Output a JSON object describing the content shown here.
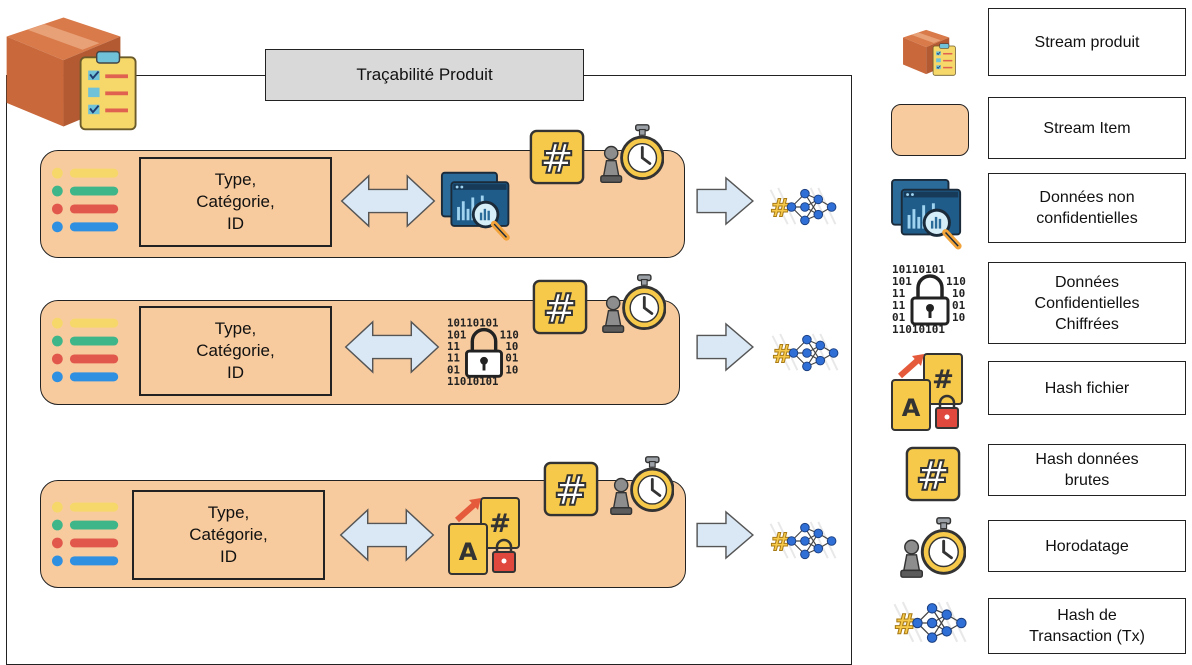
{
  "diagram": {
    "title": "Traçabilité Produit",
    "streams": [
      {
        "meta_label": "Type,\nCatégorie,\nID",
        "data_icon": "chart-magnifier-icon"
      },
      {
        "meta_label": "Type,\nCatégorie,\nID",
        "data_icon": "binary-lock-icon"
      },
      {
        "meta_label": "Type,\nCatégorie,\nID",
        "data_icon": "file-hash-icon"
      }
    ]
  },
  "legend": [
    {
      "icon": "product-box-icon",
      "label": "Stream produit"
    },
    {
      "icon": "stream-item-swatch",
      "label": "Stream Item"
    },
    {
      "icon": "chart-magnifier-icon",
      "label": "Données non\nconfidentielles"
    },
    {
      "icon": "binary-lock-icon",
      "label": "Données\nConfidentielles\nChiffrées"
    },
    {
      "icon": "file-hash-icon",
      "label": "Hash fichier"
    },
    {
      "icon": "hash-icon",
      "label": "Hash données\nbrutes"
    },
    {
      "icon": "stopwatch-icon",
      "label": "Horodatage"
    },
    {
      "icon": "transaction-network-icon",
      "label": "Hash de\nTransaction (Tx)"
    }
  ],
  "colors": {
    "stream_fill": "#f8cb9e",
    "arrow_fill": "#dae8f5",
    "hash_yellow": "#f6c94a",
    "network_blue": "#2f6fd6"
  }
}
